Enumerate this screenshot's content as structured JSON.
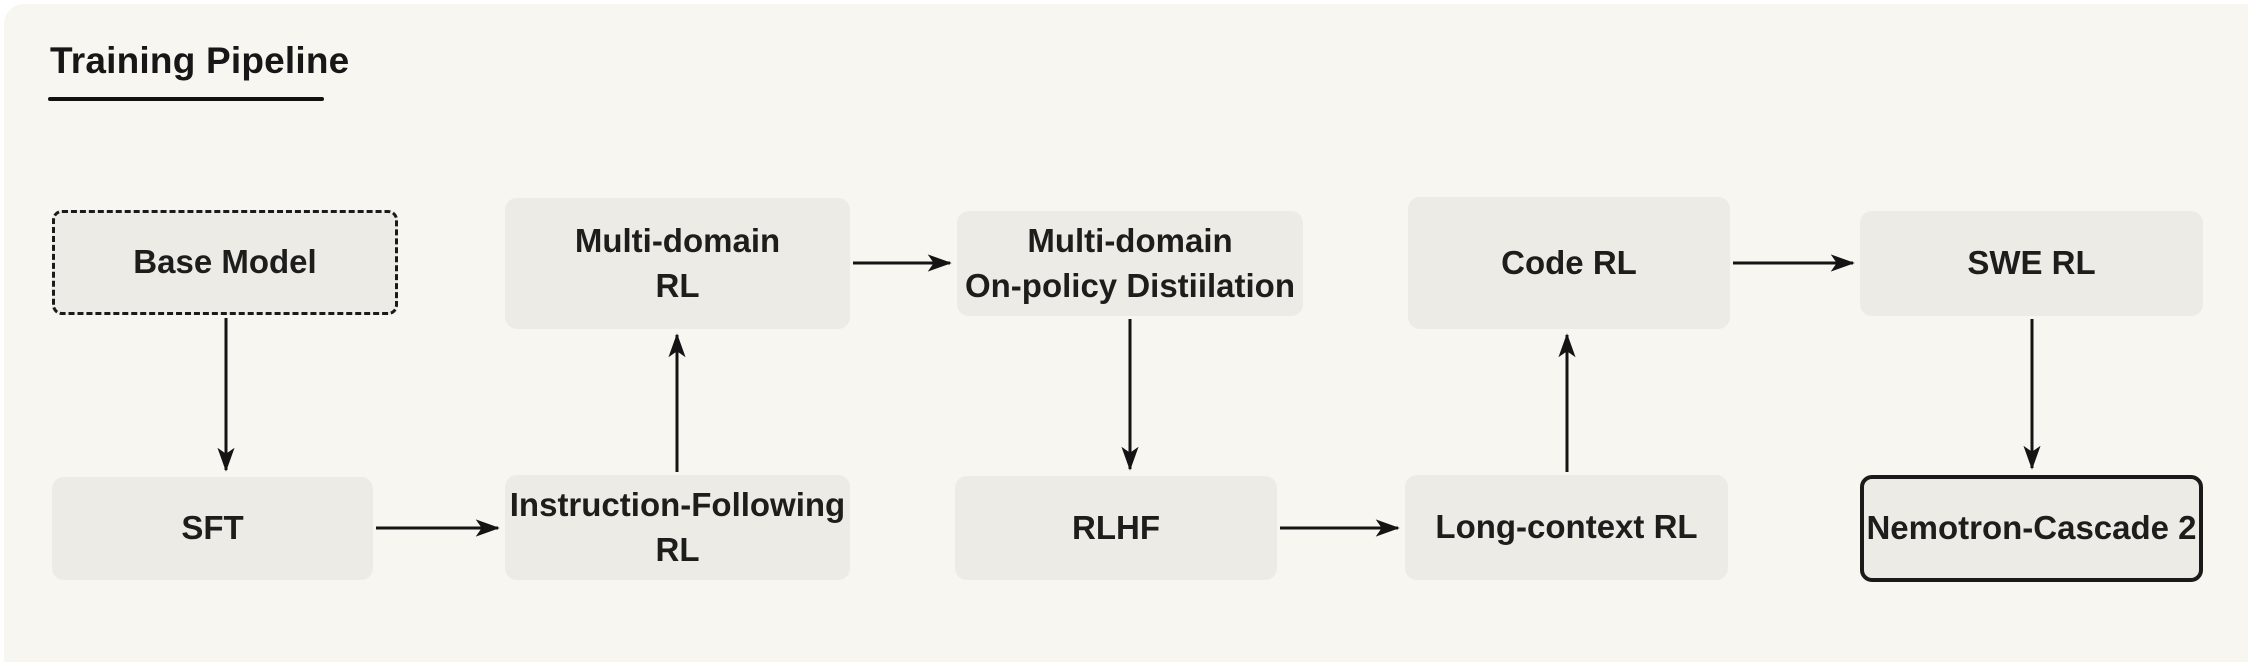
{
  "title": "Training Pipeline",
  "colors": {
    "page_bg": "#FFFFFF",
    "canvas_bg": "#F8F6F1",
    "node_fill": "#ECEBE5",
    "ink": "#1A1A1A"
  },
  "diagram": {
    "nodes": {
      "base_model": {
        "label": "Base Model",
        "style": "dashed-border"
      },
      "multi_domain_rl": {
        "label": "Multi-domain\nRL",
        "style": "plain"
      },
      "on_policy_distillation": {
        "label": "Multi-domain\nOn-policy Distiilation",
        "style": "plain"
      },
      "code_rl": {
        "label": "Code RL",
        "style": "plain"
      },
      "swe_rl": {
        "label": "SWE RL",
        "style": "plain"
      },
      "sft": {
        "label": "SFT",
        "style": "plain"
      },
      "instruction_following_rl": {
        "label": "Instruction-Following\nRL",
        "style": "plain"
      },
      "rlhf": {
        "label": "RLHF",
        "style": "plain"
      },
      "long_context_rl": {
        "label": "Long-context RL",
        "style": "plain"
      },
      "nemotron_cascade_2": {
        "label": "Nemotron-Cascade 2",
        "style": "solid-border"
      }
    },
    "edges": [
      {
        "from": "base_model",
        "to": "sft",
        "direction": "down"
      },
      {
        "from": "sft",
        "to": "instruction_following_rl",
        "direction": "right"
      },
      {
        "from": "instruction_following_rl",
        "to": "multi_domain_rl",
        "direction": "up"
      },
      {
        "from": "multi_domain_rl",
        "to": "on_policy_distillation",
        "direction": "right"
      },
      {
        "from": "on_policy_distillation",
        "to": "rlhf",
        "direction": "down"
      },
      {
        "from": "rlhf",
        "to": "long_context_rl",
        "direction": "right"
      },
      {
        "from": "long_context_rl",
        "to": "code_rl",
        "direction": "up"
      },
      {
        "from": "code_rl",
        "to": "swe_rl",
        "direction": "right"
      },
      {
        "from": "swe_rl",
        "to": "nemotron_cascade_2",
        "direction": "down"
      }
    ]
  }
}
